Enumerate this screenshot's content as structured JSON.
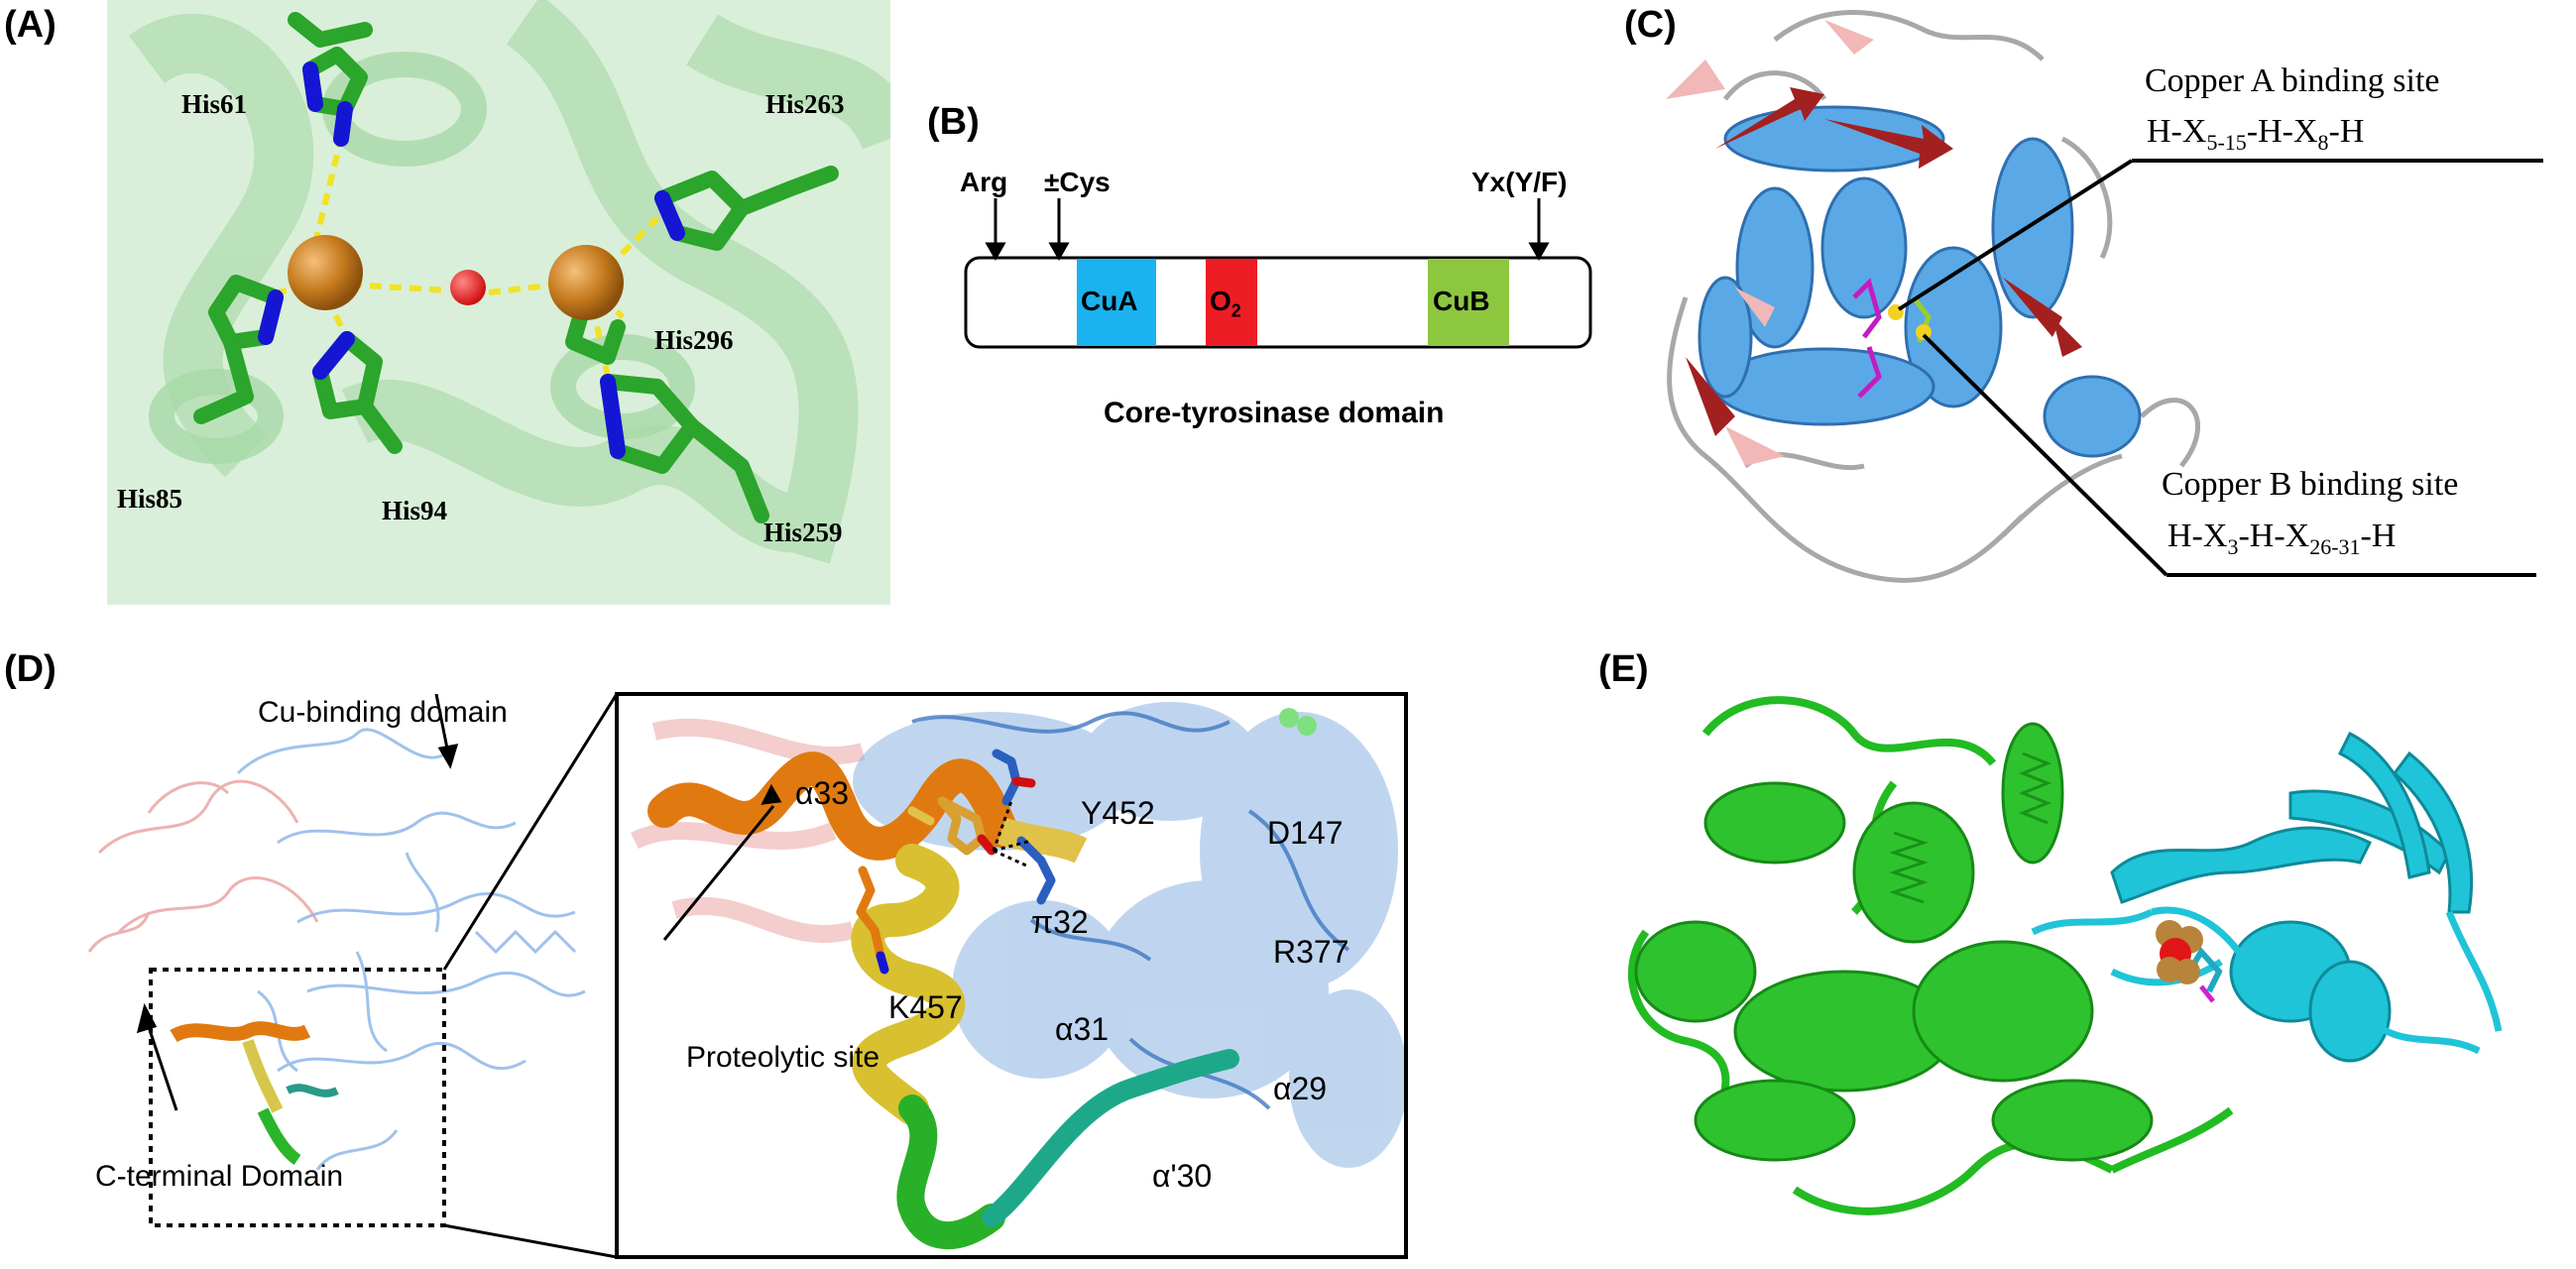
{
  "panels": {
    "A": {
      "letter": "(A)",
      "residues": [
        "His61",
        "His263",
        "His296",
        "His85",
        "His94",
        "His259"
      ]
    },
    "B": {
      "letter": "(B)",
      "arrow_labels": [
        "Arg",
        "±Cys",
        "Yx(Y/F)"
      ],
      "segments": {
        "cua": "CuA",
        "o2": "O",
        "o2_sub": "2",
        "cub": "CuB"
      },
      "caption": "Core-tyrosinase domain",
      "colors": {
        "cua": "#1ab2ef",
        "o2": "#ee1c24",
        "cub": "#8dc63f"
      }
    },
    "C": {
      "letter": "(C)",
      "copper_a": {
        "title": "Copper A binding site",
        "motif": [
          [
            "H-X",
            "5-15"
          ],
          [
            "-H-X",
            "8"
          ],
          [
            "-H",
            ""
          ]
        ]
      },
      "copper_b": {
        "title": "Copper B binding site",
        "motif": [
          [
            "H-X",
            "3"
          ],
          [
            "-H-X",
            "26-31"
          ],
          [
            "-H",
            ""
          ]
        ]
      }
    },
    "D": {
      "letter": "(D)",
      "cu_domain": "Cu-binding domain",
      "c_domain": "C-terminal Domain",
      "proteolytic": "Proteolytic site",
      "helices": [
        "α33",
        "π32",
        "α31",
        "α29",
        "α'30"
      ],
      "residues": [
        "Y452",
        "D147",
        "R377",
        "K457"
      ]
    },
    "E": {
      "letter": "(E)"
    }
  }
}
